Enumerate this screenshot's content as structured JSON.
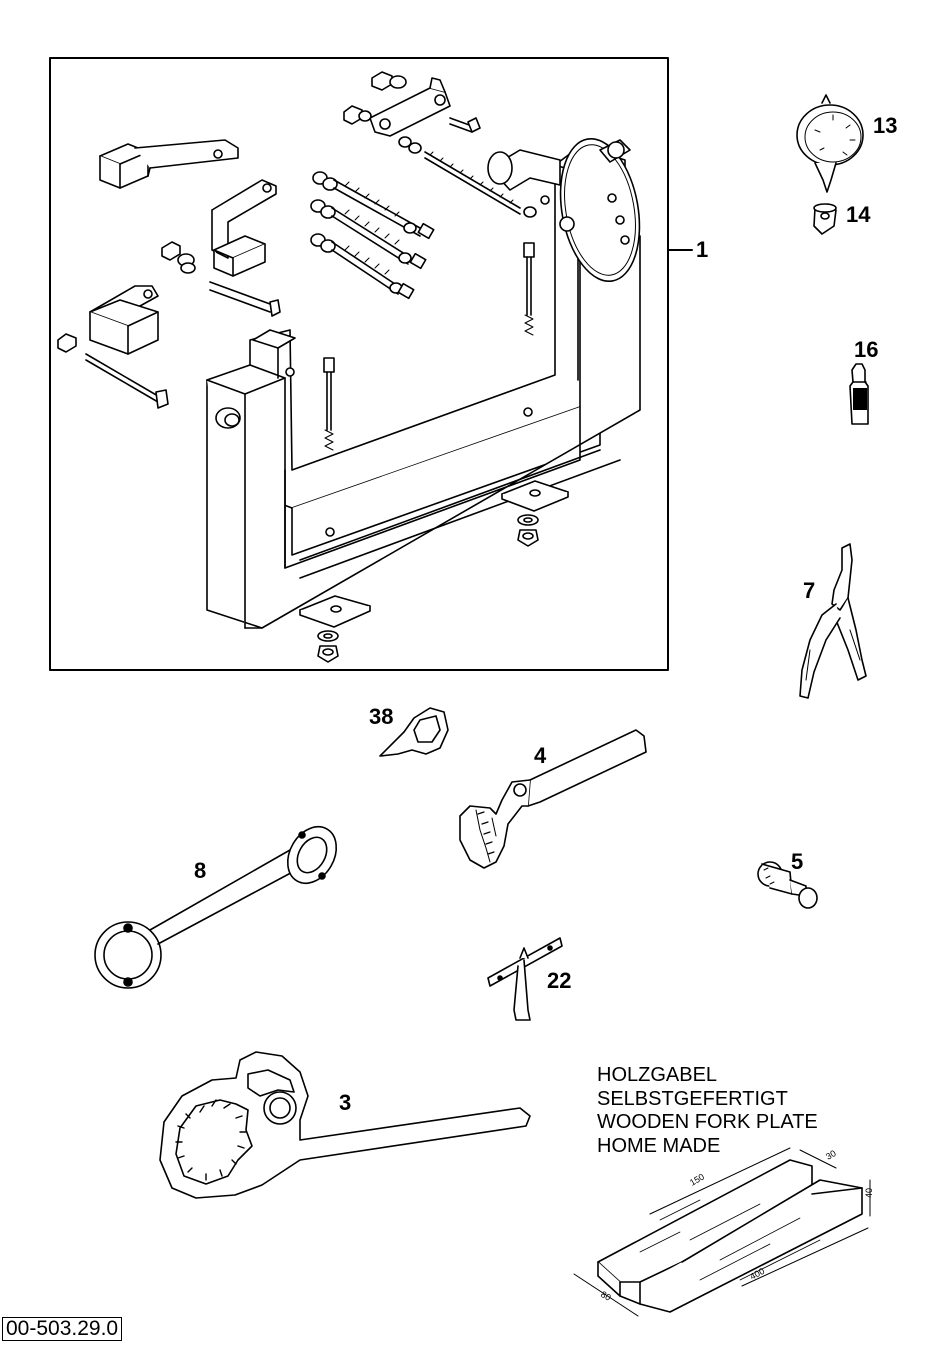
{
  "callouts": {
    "c1": "1",
    "c13": "13",
    "c14": "14",
    "c16": "16",
    "c7": "7",
    "c38": "38",
    "c4": "4",
    "c8": "8",
    "c5": "5",
    "c22": "22",
    "c3": "3"
  },
  "note": {
    "line1": "HOLZGABEL",
    "line2": "SELBSTGEFERTIGT",
    "line3": "WOODEN FORK PLATE",
    "line4": "HOME MADE"
  },
  "dimensions": {
    "d1": "150",
    "d2": "30",
    "d3": "40",
    "d4": "80",
    "d5": "400"
  },
  "document_number": "00-503.29.0"
}
